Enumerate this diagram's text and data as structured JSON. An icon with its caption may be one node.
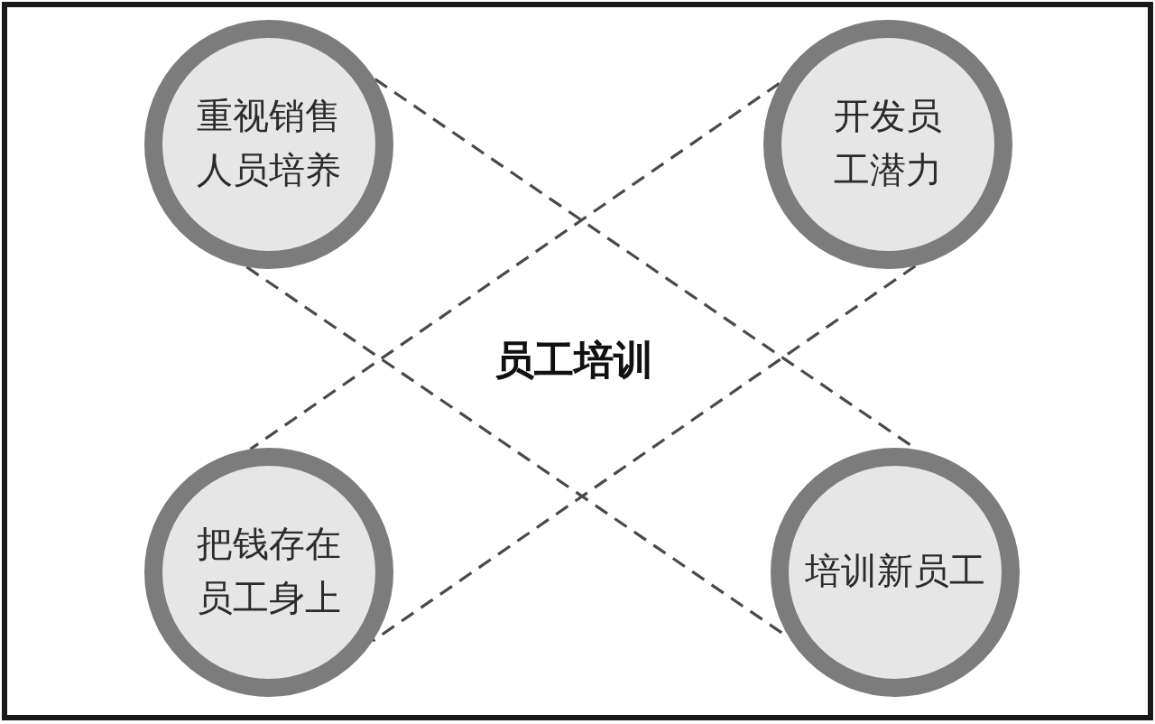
{
  "diagram": {
    "nodes": [
      {
        "text": [
          "重视销售人员培养"
        ]
      },
      {
        "text": [
          "开发员工潜力"
        ]
      },
      {
        "text": [
          "把钱存在员工身上"
        ]
      },
      {
        "text": [
          "培训新员工"
        ]
      }
    ],
    "edges": [
      {
        "from": 0,
        "to": 3,
        "arrow": "none",
        "style": "dashed"
      },
      {
        "from": 0,
        "to": 3,
        "arrow": "none",
        "style": "dashed"
      },
      {
        "from": 1,
        "to": 2,
        "arrow": "none",
        "style": "dashed"
      },
      {
        "from": 1,
        "to": 2,
        "arrow": "none",
        "style": "dashed"
      }
    ],
    "labels": [
      "员工培训"
    ]
  }
}
